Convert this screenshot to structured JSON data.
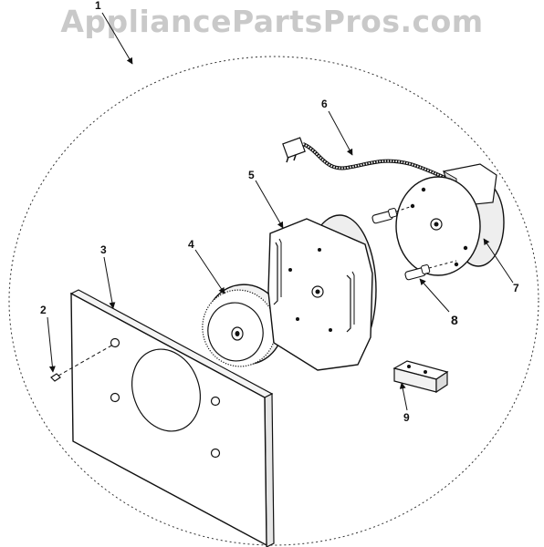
{
  "watermark": "AppliancePartsPros.com",
  "callouts": [
    {
      "id": "1",
      "label": "1"
    },
    {
      "id": "2",
      "label": "2"
    },
    {
      "id": "3",
      "label": "3"
    },
    {
      "id": "4",
      "label": "4"
    },
    {
      "id": "5",
      "label": "5"
    },
    {
      "id": "6",
      "label": "6"
    },
    {
      "id": "7",
      "label": "7"
    },
    {
      "id": "8",
      "label": "8"
    },
    {
      "id": "9",
      "label": "9"
    }
  ],
  "colors": {
    "ink": "#111111",
    "watermark": "#c9c9c9",
    "paper": "#ffffff"
  }
}
